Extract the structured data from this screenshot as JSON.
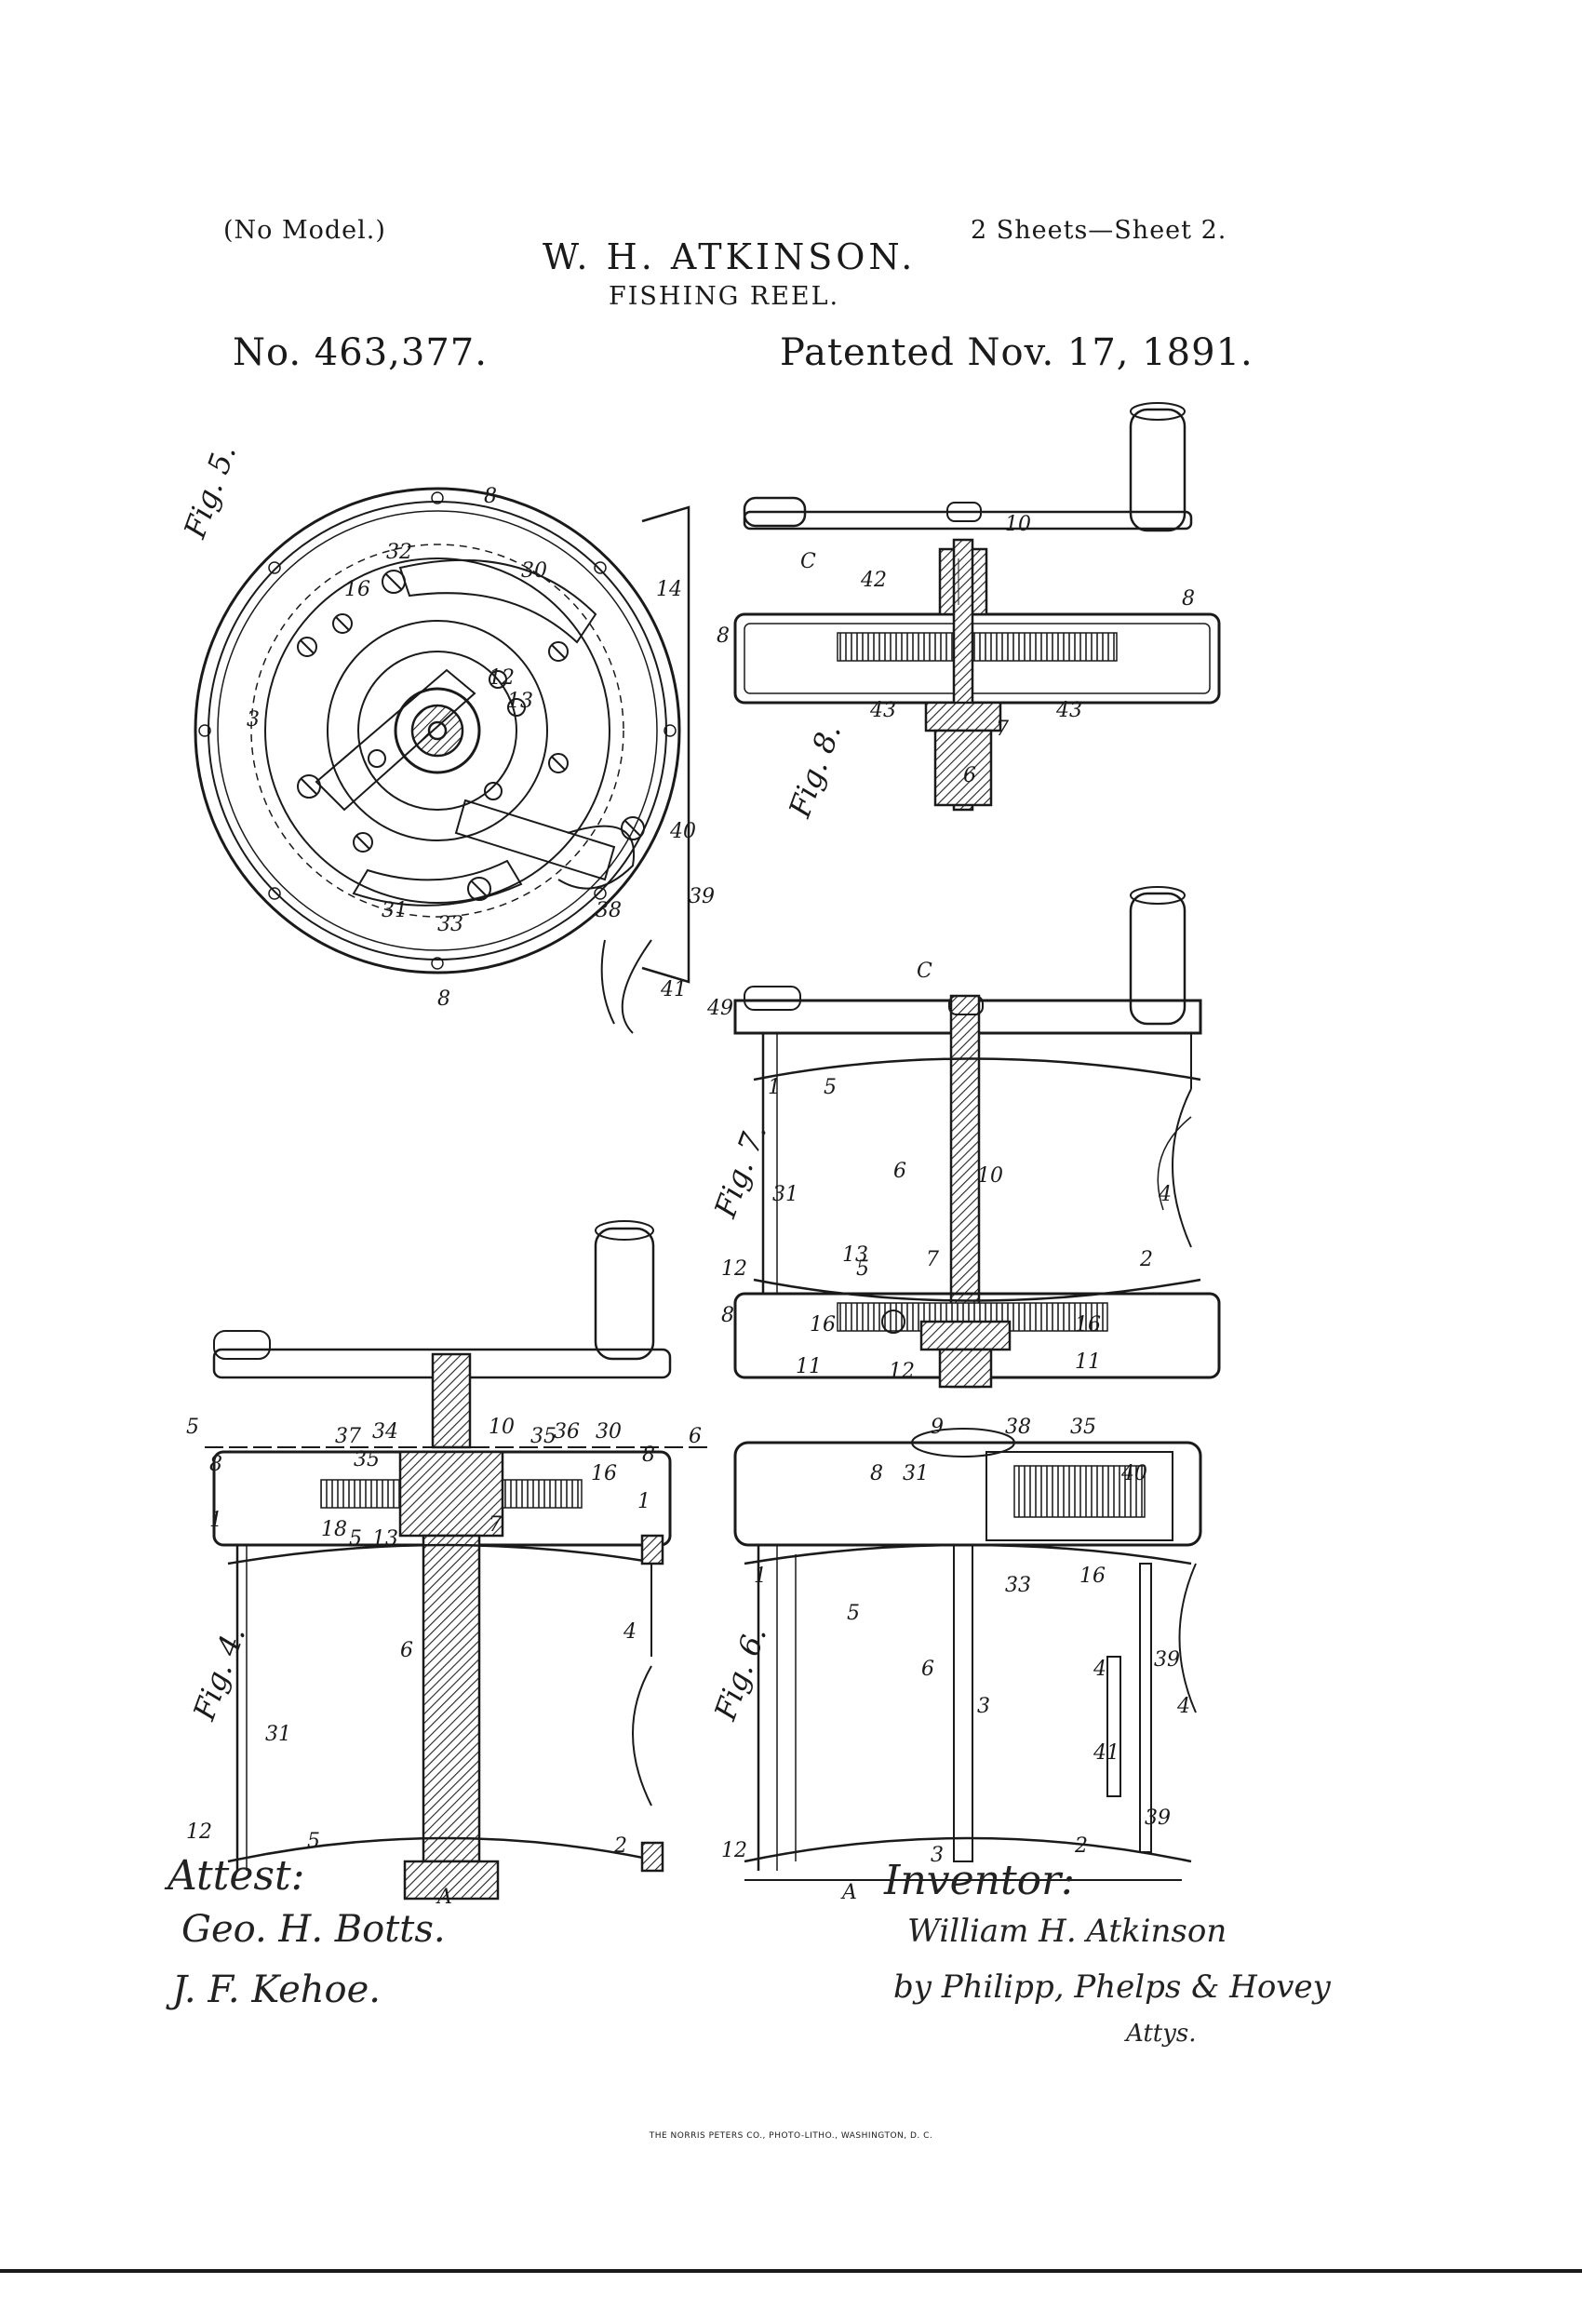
{
  "header": {
    "no_model": "(No Model.)",
    "inventor": "W. H. ATKINSON.",
    "sheets": "2 Sheets—Sheet 2.",
    "title": "FISHING REEL.",
    "patent_number": "No. 463,377.",
    "patent_date": "Patented Nov. 17, 1891."
  },
  "figures": {
    "fig5": "Fig. 5.",
    "fig8": "Fig. 8.",
    "fig7": "Fig. 7.",
    "fig4": "Fig. 4.",
    "fig6": "Fig. 6."
  },
  "signatures": {
    "attest_label": "Attest:",
    "witness_1": "Geo. H. Botts.",
    "witness_2": "J. F. Kehoe.",
    "inventor_label": "Inventor:",
    "inventor_name": "William H. Atkinson",
    "attorneys": "by Philipp, Phelps & Hovey",
    "attys_label": "Attys."
  },
  "footer": {
    "printer": "THE NORRIS PETERS CO., PHOTO-LITHO., WASHINGTON, D. C."
  }
}
